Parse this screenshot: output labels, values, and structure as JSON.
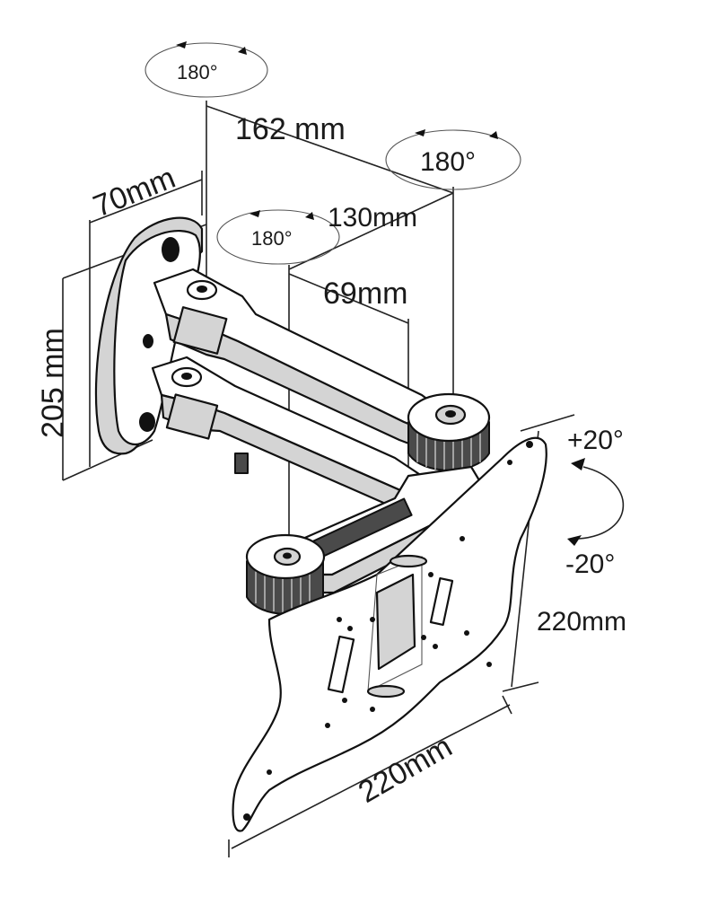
{
  "dimensions": {
    "rotation_top": "180°",
    "rotation_middle": "180°",
    "rotation_lower": "180°",
    "arm_length_1": "162 mm",
    "arm_length_2": "130mm",
    "arm_length_3": "69mm",
    "wall_plate_width": "70mm",
    "wall_plate_height": "205 mm",
    "tilt_up": "+20°",
    "tilt_down": "-20°",
    "vesa_height": "220mm",
    "vesa_width": "220mm"
  },
  "colors": {
    "line": "#222222",
    "metal_light": "#d4d4d4",
    "metal_dark": "#4a4a4a"
  },
  "icons": [
    "rotation-arrow-icon",
    "tilt-arrow-icon"
  ]
}
